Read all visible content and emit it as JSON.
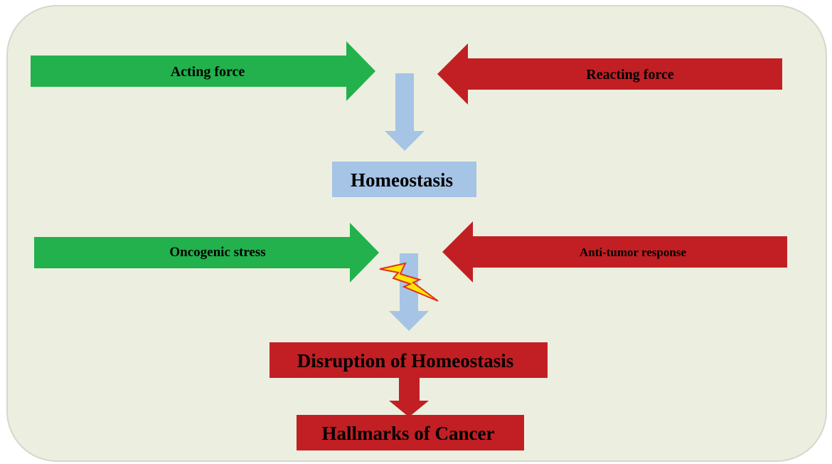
{
  "colors": {
    "background_panel": "#ecefdf",
    "panel_border": "#d4d8cc",
    "green_arrow": "#22b14c",
    "red_arrow": "#c11f24",
    "blue_arrow": "#a5c4e6",
    "homeostasis_box": "#a5c4e6",
    "red_box": "#c11f24",
    "lightning_fill": "#ffe600",
    "lightning_stroke": "#e03020"
  },
  "top_row": {
    "acting_force_label": "Acting force",
    "reacting_force_label": "Reacting force"
  },
  "homeostasis": {
    "label": "Homeostasis"
  },
  "bottom_row": {
    "oncogenic_stress_label": "Oncogenic stress",
    "anti_tumor_label": "Anti-tumor response"
  },
  "disruption": {
    "label": "Disruption of Homeostasis"
  },
  "hallmarks": {
    "label": "Hallmarks of Cancer"
  },
  "icons": {
    "lightning": "lightning-bolt-icon"
  }
}
